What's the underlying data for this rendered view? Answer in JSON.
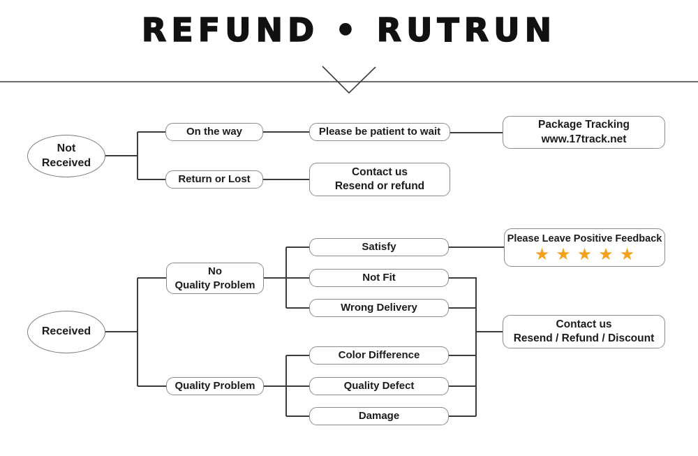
{
  "header": {
    "title": "REFUND • RUTRUN"
  },
  "colors": {
    "star": "#F6A11E",
    "connector": "#3b3b3b",
    "box_border": "#8b8b8b"
  },
  "flowchart": {
    "branch_not_received": {
      "root": {
        "line1": "Not",
        "line2": "Received"
      },
      "on_the_way": "On the way",
      "please_wait": "Please be patient to wait",
      "package_tracking": {
        "line1": "Package Tracking",
        "line2": "www.17track.net"
      },
      "return_or_lost": "Return or Lost",
      "contact_resend_refund": {
        "line1": "Contact us",
        "line2": "Resend or refund"
      }
    },
    "branch_received": {
      "root": "Received",
      "no_quality_problem": {
        "line1": "No",
        "line2": "Quality Problem"
      },
      "satisfy": "Satisfy",
      "not_fit": "Not Fit",
      "wrong_delivery": "Wrong Delivery",
      "positive_feedback": {
        "label": "Please Leave Positive Feedback",
        "star_count": 5,
        "star_glyph": "★"
      },
      "quality_problem": "Quality Problem",
      "color_difference": "Color Difference",
      "quality_defect": "Quality Defect",
      "damage": "Damage",
      "contact_resend_refund_discount": {
        "line1": "Contact us",
        "line2": "Resend / Refund / Discount"
      }
    }
  }
}
